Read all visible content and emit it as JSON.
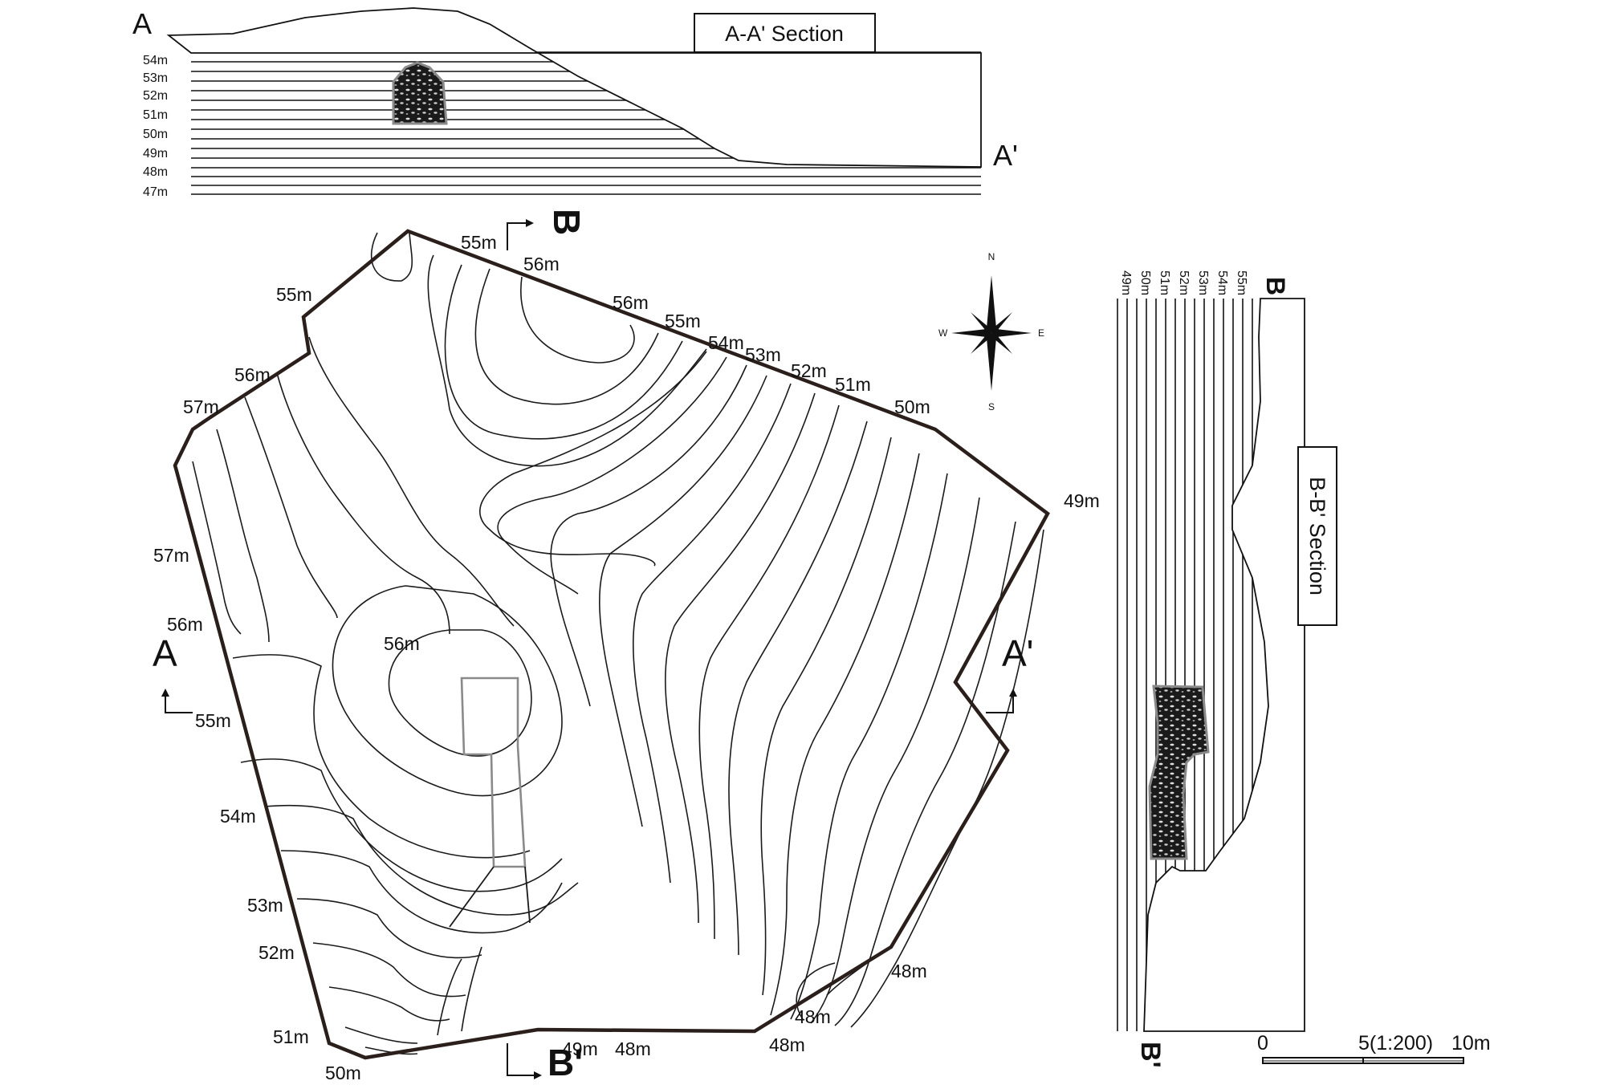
{
  "section_aa": {
    "title": "A-A' Section",
    "left_marker": "A",
    "right_marker": "A'",
    "elevations": [
      "54m",
      "53m",
      "52m",
      "51m",
      "50m",
      "49m",
      "48m",
      "47m"
    ]
  },
  "section_bb": {
    "title": "B-B' Section",
    "top_marker": "B",
    "bottom_marker": "B'",
    "elevations": [
      "49m",
      "50m",
      "51m",
      "52m",
      "53m",
      "54m",
      "55m"
    ]
  },
  "plan": {
    "marker_a": "A",
    "marker_a_prime": "A'",
    "marker_b": "B",
    "marker_b_prime": "B'",
    "contour_labels": {
      "c1": "55m",
      "c2": "56m",
      "c3": "56m",
      "c4": "55m",
      "c5": "54m",
      "c6": "53m",
      "c7": "52m",
      "c8": "51m",
      "c9": "50m",
      "c10": "49m",
      "c11": "55m",
      "c12": "56m",
      "c13": "57m",
      "c14": "57m",
      "c15": "56m",
      "c16": "56m",
      "c17": "55m",
      "c18": "54m",
      "c19": "53m",
      "c20": "52m",
      "c21": "51m",
      "c22": "50m",
      "c23": "49m",
      "c24": "48m",
      "c25": "48m",
      "c26": "48m",
      "c27": "48m"
    }
  },
  "compass": {
    "n": "N",
    "s": "S",
    "e": "E",
    "w": "W"
  },
  "scale": {
    "start": "0",
    "mid": "5(1:200)",
    "end": "10m"
  },
  "colors": {
    "ink": "#111111",
    "boundary": "#2a1f1a",
    "feature": "#8a8a8a"
  }
}
